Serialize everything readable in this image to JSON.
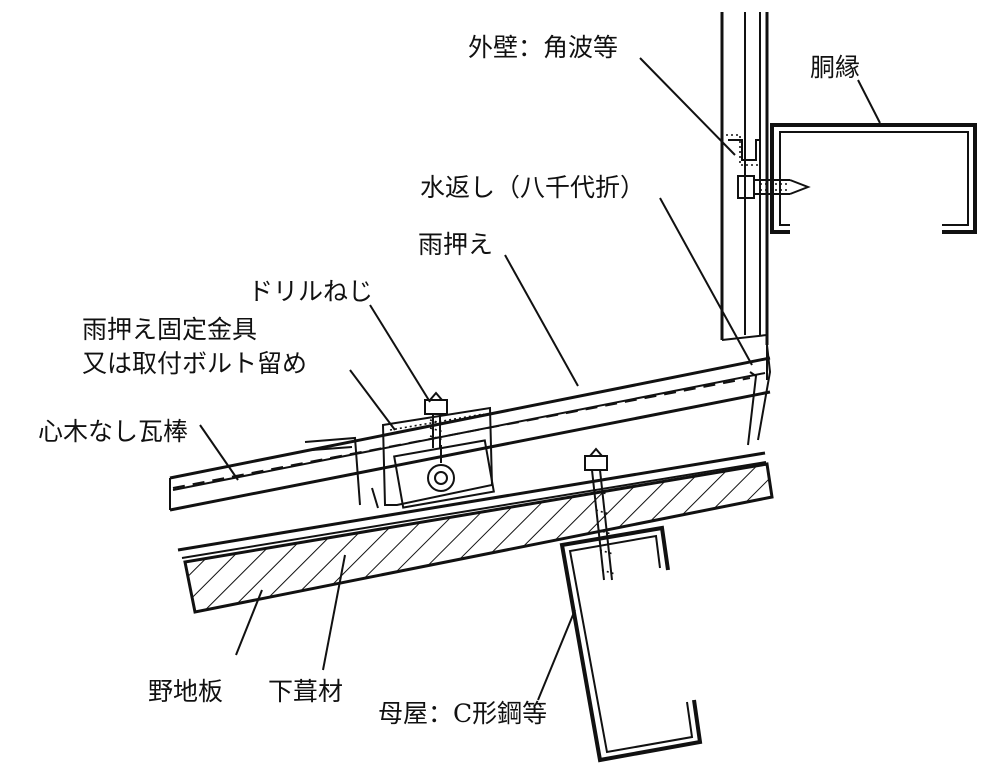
{
  "labels": {
    "exterior_wall": "外壁：角波等",
    "girt": "胴縁",
    "water_return": "水返し（八千代折）",
    "rain_cover": "雨押え",
    "drill_screw": "ドリルねじ",
    "fixing_bracket_line1": "雨押え固定金具",
    "fixing_bracket_line2": "又は取付ボルト留め",
    "batten": "心木なし瓦棒",
    "sheathing_board": "野地板",
    "underlayment": "下葺材",
    "purlin": "母屋：C形鋼等"
  }
}
